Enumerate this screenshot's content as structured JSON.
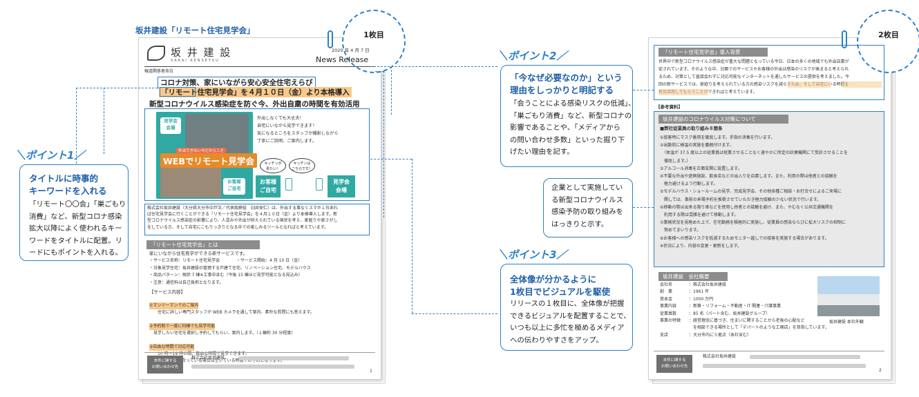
{
  "caption": {
    "label": "坂井建設「リモート住宅見学会」"
  },
  "page1": {
    "badge": "1枚目",
    "logo": {
      "name": "坂 井 建 設",
      "sub": "SAKAI KENSETSU"
    },
    "date": "2020 年 4 月 7 日",
    "release": "News Release",
    "to": "報道関係者各位",
    "headline1": "コロナ対策、家にいながら安心安全住宅えらび",
    "headline2": "「リモート住宅見学会」を４月１０日（金）より本格導入",
    "headline3": "新型コロナウイルス感染症を防ぐ今、外出自粛の時間を有効活用",
    "visual": {
      "tag_site": "見学会\n会場",
      "tag_home": "お客様\nご自宅",
      "banner": "WEBでリモート見学会",
      "banner_small": "外出できない今だからこそ",
      "text": "外出しなくても大丈夫！\n自宅にいながら見学できます！\n気になるところをスタッフが撮影しながら\n丁寧にご説明、ご案内します。",
      "bubble1": "キッチンが\n見たい！",
      "bubble2": "キッチンは\nこちらです！",
      "home_label": "お客様\nご自宅",
      "site_label": "見学会\n会場"
    },
    "lead": [
      "株式会社坂井建設（大分県大分市中戸次／代表取締役　臼井栄仁）は、外出する事なくスマホ１台あれ",
      "ば住宅見学会に行くことができる「リモート住宅見学会」を４月１０日（金）より本格導入します。新",
      "型コロナウイルス感染症の影響により、人混みや外出が抑えられている現状を考え、家庭りや家さがし",
      "をしている方、そして自宅にこもりっきりとなる中での楽しみるツールとなればと考えています。"
    ],
    "section_title": "「リモート住宅見学会」とは",
    "section_intro": "家にいながら住宅見学ができる新サービスです。",
    "details": [
      "・サービス名称：リモート住宅見学会　　　　・サービス開始：4 月 10 日（金）",
      "・対象見学住宅：坂井建設の管理する戸建て住宅、リノベーション住宅、モデルハウス",
      "・商品パターン：現状 7 棟※工事中含む（今後 15 棟ほど見学可能となる見込み）",
      "・注意：通信料は自己負担となります。"
    ],
    "service_head": "【サービス内容】",
    "services": [
      {
        "title": "①マンツーマンでのご案内",
        "body": [
          "住宅に詳しい専門スタッフが WEB カメラを通して案内、素朴な質問にも答えます。"
        ]
      },
      {
        "title": "②予約制で一度に何棟でも見学可能",
        "body": [
          "見学したい住宅を選択し予約してもらい、案内します。（１棟約 30 分程度）"
        ]
      },
      {
        "title": "③自由な時間で対応可能",
        "body": [
          "10 時～19 時の間、自由な時間で見学できます。",
          "※予約が混み合っている場合は空いている時間での予約となります。"
        ]
      }
    ],
    "footer_box": "本件に関する\nお問い合わせ先",
    "footer_company": "株式会社坂井建設",
    "page_no": "1"
  },
  "page2": {
    "badge": "2枚目",
    "bg_title": "「リモート住宅見学会」導入背景",
    "bg_text": [
      "世界中で新型コロナウイルス感染症が重大な問題となっている今日、日本の多くの地域でも外出自粛が",
      "促されています。そのような中、対面でのサービスやお客様の外出は感染のリスクが高まると考えられ",
      "るため、対策として直接会わずに対応可能なインターネットを通したサービスの提供を考えました。今",
      "回の新サービスでは、家庭りを考えられている方の感染リスクを減らすため、そして自宅にいる時間を",
      "有効活用してもらうことができればと考えています。"
    ],
    "ref_label": "【参考資料】",
    "ref_title": "坂井建設のコロナウイルス対策について",
    "ref_sub": "■弊社従業員の取り組み８箇条",
    "ref_items": [
      "①接客時にマスク着用を徹底します。手指の消毒を行います。",
      "②出勤前に検温の実施を義務付けます。",
      "　（体温が 37.5 度以上の従業員は就業させることなく速やかに所定の診療機関にて受診させることを",
      "　徹底します。）",
      "③アルコール消毒を正面玄関に設置します。",
      "④不要な外出や遊興施設、飲食店などの出入りを自粛します。また、利用の際は他者との接触を",
      "　極力避けるよう行動します。",
      "⑤モデルハウス・ショールームの見学、完成見学会、その他各種ご相談・お打合せによるご来場に",
      "　関しては、事前の来場予約を推奨させていただき極力接触の少ない状況で行います。",
      "⑥移動の際は出来る限り車などを使用し他者との接触を避け、また、やむなく公共交通機関を",
      "　利用する際は混雑を避けて移動します。",
      "⑦業務状況を見極めた上で、在宅勤務を積極的に実施し、従業員の感染ならびに拡大リスクの抑制に",
      "　努めてまいります。",
      "⑧お客様への感染リスクを低減するためモニター越しでの接客を実施する場合があります。",
      "※状況により、内容の変更・更新をします。"
    ],
    "company_title": "坂井建設　会社概要",
    "company_rows": [
      [
        "会社名",
        "：株式会社坂井建設"
      ],
      [
        "創　業",
        "：1961 年"
      ],
      [
        "資本金",
        "：1000 万円"
      ],
      [
        "事業内容",
        "：新築・リフォーム・不動産・IT 関連・介護事業"
      ],
      [
        "従業員数",
        "：85 名（パート含む、坂井建設グループ）"
      ],
      [
        "事業の特徴",
        "：経営理念に基づき、住まいに関することから老後の心配など"
      ],
      [
        "",
        "　を相談できる場所として「デパートのような工務店」を目指しています。"
      ],
      [
        "支店",
        "：大分市内に５拠点（本社含む）"
      ]
    ],
    "photo_caption": "坂井建設 本社外観",
    "footer_box": "本件に関する\nお問い合わせ先",
    "footer_company": "株式会社坂井建設",
    "page_no": "2"
  },
  "points": {
    "p1": {
      "title": "＼ポイント1／",
      "head": [
        "タイトルに時事的",
        "キーワードを入れる"
      ],
      "body": [
        "「リモート〇〇会」「巣ごもり",
        "消費」など、新型コロナ感染",
        "拡大以降によく使われるキー",
        "ワードをタイトルに配置。リ",
        "ードにもポイントを入れる。"
      ]
    },
    "p2": {
      "title": "＼ポイント2／",
      "head": [
        "「今なぜ必要なのか」という",
        "理由をしっかりと明記する"
      ],
      "body": [
        "「会うことによる感染リスクの低減」、",
        "「巣ごもり消費」など、新型コロナの",
        "影響であることや、「メディアから",
        "の問い合わせ多数」といった掘り下",
        "げたい理由を記す。"
      ]
    },
    "p2b": {
      "body": [
        "企業として実施してい",
        "る新型コロナウイルス",
        "感染予防の取り組みを",
        "はっきりと示す。"
      ]
    },
    "p3": {
      "title": "＼ポイント3／",
      "head": [
        "全体像が分かるように",
        "1枚目でビジュアルを駆使"
      ],
      "body": [
        "リリースの１枚目に、全体像が把握",
        "できるビジュアルを配置することで、",
        "いつも以上に多忙を極めるメディア",
        "への伝わりやすさをアップ。"
      ]
    }
  }
}
